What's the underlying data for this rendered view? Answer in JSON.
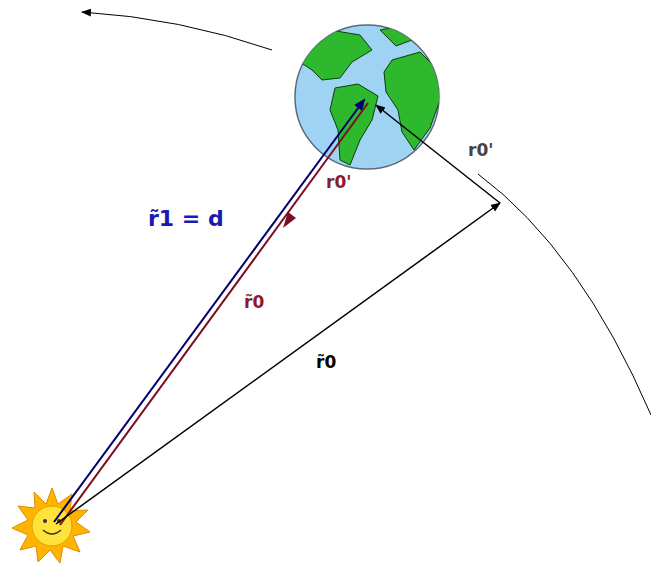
{
  "diagram": {
    "labels": [
      "r̃1 = d",
      "r0'",
      "r̃0",
      "r0'",
      "r̃0"
    ]
  }
}
